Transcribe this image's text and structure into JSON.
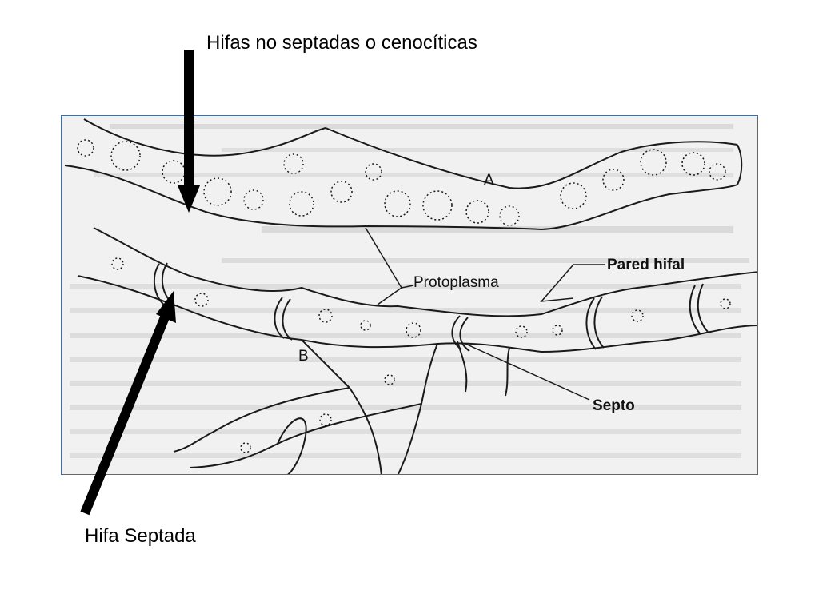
{
  "captions": {
    "top": "Hifas no septadas o cenocíticas",
    "bottom": "Hifa Septada"
  },
  "figure_labels": {
    "hypha_a": "A",
    "hypha_b": "B",
    "protoplasma": "Protoplasma",
    "pared_hifal": "Pared hifal",
    "septo": "Septo"
  },
  "colors": {
    "ink": "#1a1a1a",
    "arrow": "#000000",
    "frame": "#4a6b93"
  }
}
